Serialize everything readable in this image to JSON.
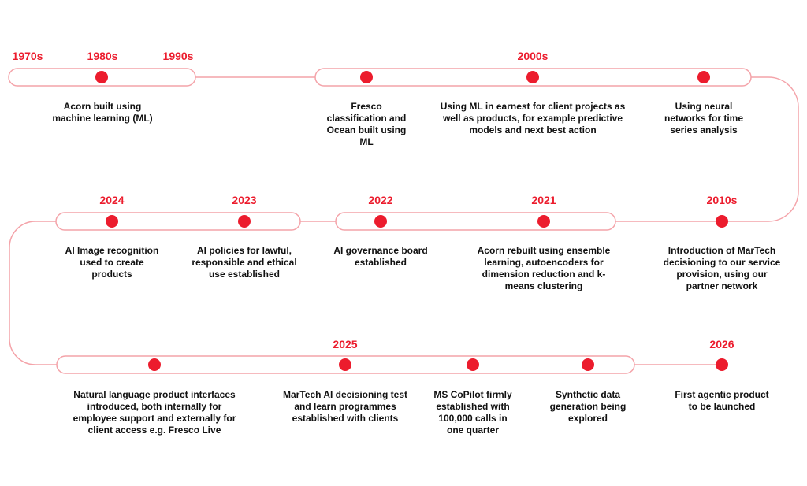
{
  "colors": {
    "accent": "#ec1c2d",
    "track": "#f4a3a9",
    "text": "#111111"
  },
  "years": [
    {
      "label": "1970s"
    },
    {
      "label": "1980s"
    },
    {
      "label": "1990s"
    },
    {
      "label": "2000s"
    },
    {
      "label": "2024"
    },
    {
      "label": "2023"
    },
    {
      "label": "2022"
    },
    {
      "label": "2021"
    },
    {
      "label": "2010s"
    },
    {
      "label": "2025"
    },
    {
      "label": "2026"
    }
  ],
  "milestones": [
    {
      "text": "Acorn built using machine learning (ML)"
    },
    {
      "text": "Fresco classification and Ocean built using ML"
    },
    {
      "text": "Using ML in earnest for client projects as well as products, for example predictive models and next best action"
    },
    {
      "text": "Using neural networks for time series analysis"
    },
    {
      "text": "AI Image recognition used to create products"
    },
    {
      "text": "AI policies for lawful, responsible and ethical use established"
    },
    {
      "text": "AI governance board established"
    },
    {
      "text": "Acorn rebuilt using ensemble learning, autoencoders for dimension reduction and k-means clustering"
    },
    {
      "text": "Introduction of MarTech decisioning to our service provision, using our partner network"
    },
    {
      "text": "Natural language product interfaces introduced, both internally for employee support and externally for client access e.g. Fresco Live"
    },
    {
      "text": "MarTech AI decisioning test and learn programmes established with clients"
    },
    {
      "text": "MS CoPilot firmly established with 100,000 calls in one quarter"
    },
    {
      "text": "Synthetic data generation being explored"
    },
    {
      "text": "First agentic product to be launched"
    }
  ]
}
